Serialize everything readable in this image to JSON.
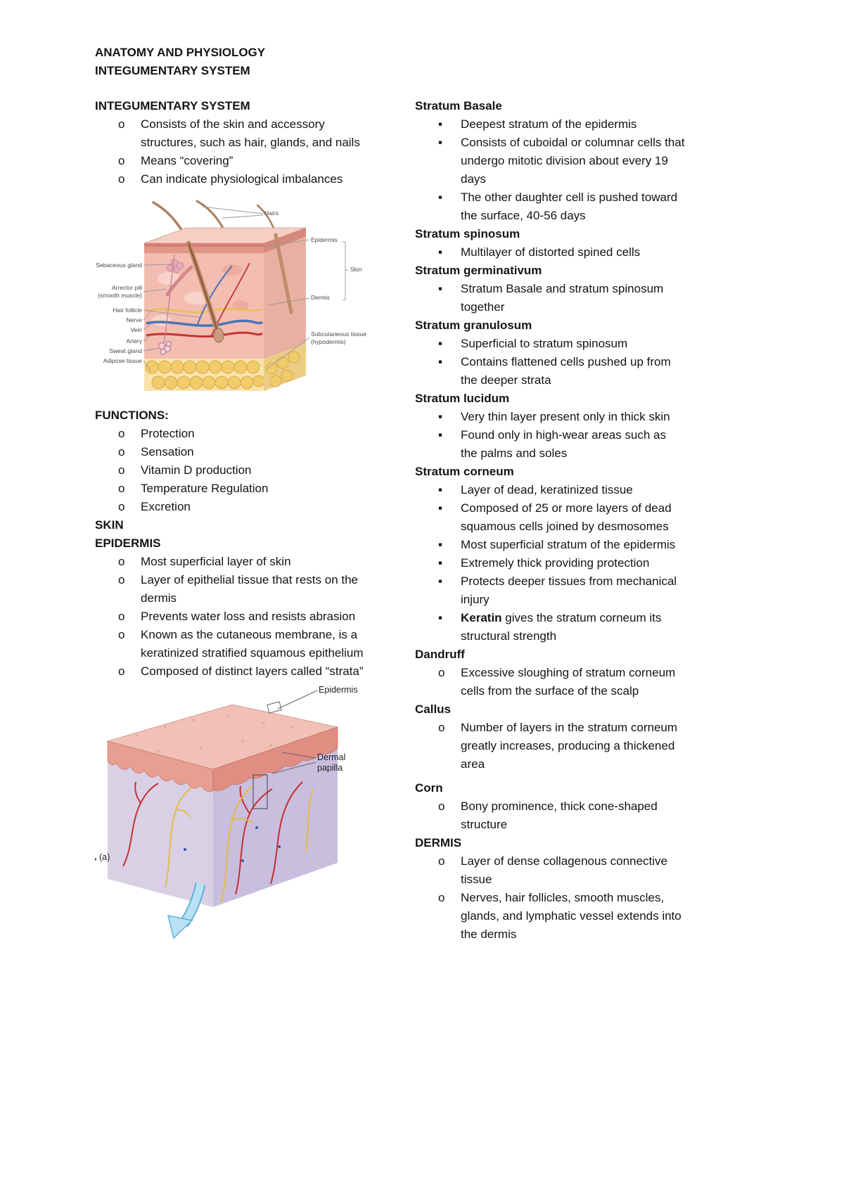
{
  "header": {
    "line1": "ANATOMY AND PHYSIOLOGY",
    "line2": "INTEGUMENTARY SYSTEM"
  },
  "markers": {
    "circle": "o",
    "square": "▪"
  },
  "left": {
    "integumentary": {
      "heading": "INTEGUMENTARY SYSTEM",
      "items": [
        "Consists of the skin and accessory structures, such as hair, glands, and nails",
        "Means “covering”",
        "Can indicate physiological imbalances"
      ]
    },
    "functions": {
      "heading": "FUNCTIONS:",
      "items": [
        "Protection",
        "Sensation",
        "Vitamin D production",
        "Temperature Regulation",
        "Excretion"
      ]
    },
    "skin": {
      "heading": "SKIN"
    },
    "epidermis": {
      "heading": "EPIDERMIS",
      "items": [
        "Most superficial layer of skin",
        "Layer of epithelial tissue that rests on the dermis",
        "Prevents water loss and resists abrasion",
        "Known as the cutaneous membrane, is a keratinized stratified squamous epithelium",
        "Composed of distinct layers called “strata”"
      ]
    }
  },
  "right": {
    "stratum_basale": {
      "heading": "Stratum Basale",
      "items": [
        "Deepest stratum of the epidermis",
        "Consists of cuboidal or columnar cells that undergo mitotic division about every 19 days",
        "The other daughter cell is pushed toward the surface, 40-56 days"
      ]
    },
    "stratum_spinosum": {
      "heading": "Stratum spinosum",
      "items": [
        "Multilayer of distorted spined cells"
      ]
    },
    "stratum_germinativum": {
      "heading": "Stratum germinativum",
      "items": [
        "Stratum Basale and stratum spinosum together"
      ]
    },
    "stratum_granulosum": {
      "heading": "Stratum granulosum",
      "items": [
        "Superficial to stratum spinosum",
        "Contains flattened cells pushed up from the deeper strata"
      ]
    },
    "stratum_lucidum": {
      "heading": "Stratum lucidum",
      "items": [
        "Very thin layer present only in thick skin",
        "Found only in high-wear areas such as the palms and soles"
      ]
    },
    "stratum_corneum": {
      "heading": "Stratum corneum",
      "items": [
        "Layer of dead, keratinized tissue",
        "Composed of 25 or more layers of dead squamous cells joined by desmosomes",
        "Most superficial stratum of the epidermis",
        "Extremely thick providing protection",
        "Protects deeper tissues from mechanical injury"
      ],
      "keratin_bold": "Keratin",
      "keratin_rest": " gives the stratum corneum its structural strength"
    },
    "dandruff": {
      "heading": "Dandruff",
      "items": [
        "Excessive sloughing of stratum corneum cells from the surface of the scalp"
      ]
    },
    "callus": {
      "heading": "Callus",
      "items": [
        "Number of layers in the stratum corneum greatly increases, producing a thickened area"
      ]
    },
    "corn": {
      "heading": "Corn",
      "items": [
        "Bony prominence, thick cone-shaped structure"
      ]
    },
    "dermis": {
      "heading": "DERMIS",
      "items": [
        "Layer of dense collagenous connective tissue",
        "Nerves, hair follicles, smooth muscles, glands, and lymphatic vessel extends into the dermis"
      ]
    }
  },
  "figure1": {
    "top_label": "Hairs",
    "left_labels": [
      "Sebaceous gland",
      "Arrector pili (smooth muscle)",
      "Hair follicle",
      "Nerve",
      "Vein",
      "Artery",
      "Sweat gland",
      "Adipose tissue"
    ],
    "right_labels": [
      "Epidermis",
      "Skin",
      "Dermis",
      "Subcutaneous tissue (hypodermis)"
    ]
  },
  "figure2": {
    "label_epidermis": "Epidermis",
    "label_dermal_papilla": "Dermal papilla",
    "caption": "(a)"
  }
}
